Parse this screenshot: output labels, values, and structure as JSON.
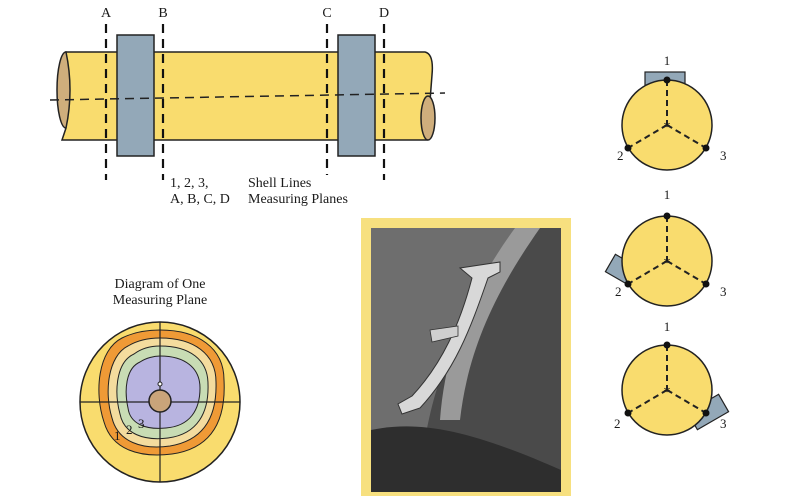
{
  "colors": {
    "shell": "#f9dc6e",
    "tire": "#93a8b8",
    "outline": "#222222",
    "ring_orange": "#ef9a36",
    "ring_beige": "#f4dc9e",
    "ring_green": "#c8dcb4",
    "core_lavender": "#b8b4e0",
    "hub": "#c9a47a",
    "photo_frame": "#f7e07f"
  },
  "kiln": {
    "plane_labels": [
      "A",
      "B",
      "C",
      "D"
    ],
    "legend": {
      "shell_numbers": "1, 2, 3,",
      "shell_text": "Shell Lines",
      "plane_letters": "A, B, C, D",
      "plane_text": "Measuring Planes"
    }
  },
  "plane_diagram": {
    "title_line1": "Diagram of One",
    "title_line2": "Measuring Plane",
    "ring_labels": [
      "1",
      "2",
      "3"
    ]
  },
  "photo": {
    "description_icon": "photo-placeholder-icon"
  },
  "positions": [
    {
      "top_label": "1",
      "left_label": "2",
      "right_label": "3",
      "sensor_at": "1"
    },
    {
      "top_label": "1",
      "left_label": "2",
      "right_label": "3",
      "sensor_at": "2"
    },
    {
      "top_label": "1",
      "left_label": "2",
      "right_label": "3",
      "sensor_at": "3"
    }
  ]
}
